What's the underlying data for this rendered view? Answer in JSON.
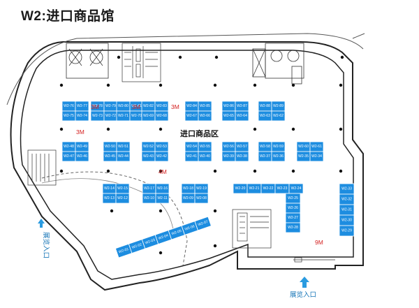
{
  "title": "W2:进口商品馆",
  "zone_label": "进口商品区",
  "aisle_labels": [
    "3M",
    "3M",
    "3M",
    "3M",
    "4M",
    "9M"
  ],
  "entrances": {
    "left": "展览入口",
    "bottom": "展览入口"
  },
  "colors": {
    "booth": "#1d8de0",
    "wall": "#222222",
    "text": "#111111",
    "aisle": "#d42020",
    "entrance": "#1a77b8"
  },
  "booth_blocks": [
    {
      "id": "b1",
      "rows": [
        [
          "W2-76",
          "W2-77"
        ],
        [
          "W2-75",
          "W2-74"
        ]
      ]
    },
    {
      "id": "b2",
      "rows": [
        [
          "W2-78",
          "W2-79"
        ],
        [
          "W2-73",
          "W2-72"
        ]
      ]
    },
    {
      "id": "b3",
      "rows": [
        [
          "W2-80",
          "W2-81"
        ],
        [
          "W2-71",
          "W2-70"
        ]
      ]
    },
    {
      "id": "b4",
      "rows": [
        [
          "W2-82",
          "W2-83"
        ],
        [
          "W2-69",
          "W2-68"
        ]
      ]
    },
    {
      "id": "b5",
      "rows": [
        [
          "W2-84",
          "W2-85"
        ],
        [
          "W2-67",
          "W2-66"
        ]
      ]
    },
    {
      "id": "b6",
      "rows": [
        [
          "W2-86",
          "W2-87"
        ],
        [
          "W2-65",
          "W2-64"
        ]
      ]
    },
    {
      "id": "b7",
      "rows": [
        [
          "W2-88",
          "W2-89"
        ],
        [
          "W2-63",
          "W2-62"
        ]
      ]
    },
    {
      "id": "b8",
      "rows": [
        [
          "W2-48",
          "W2-49"
        ],
        [
          "W2-47",
          "W2-46"
        ]
      ]
    },
    {
      "id": "b9",
      "rows": [
        [
          "W2-50",
          "W2-51"
        ],
        [
          "W2-45",
          "W2-44"
        ]
      ]
    },
    {
      "id": "b10",
      "rows": [
        [
          "W2-52",
          "W2-53"
        ],
        [
          "W2-43",
          "W2-42"
        ]
      ]
    },
    {
      "id": "b11",
      "rows": [
        [
          "W2-54",
          "W2-55"
        ],
        [
          "W2-41",
          "W2-40"
        ]
      ]
    },
    {
      "id": "b12",
      "rows": [
        [
          "W2-56",
          "W2-57"
        ],
        [
          "W2-39",
          "W2-38"
        ]
      ]
    },
    {
      "id": "b13",
      "rows": [
        [
          "W2-58",
          "W2-59"
        ],
        [
          "W2-37",
          "W2-36"
        ]
      ]
    },
    {
      "id": "b14",
      "rows": [
        [
          "W2-60",
          "W2-61"
        ],
        [
          "W2-35",
          "W2-34"
        ]
      ]
    },
    {
      "id": "b15",
      "rows": [
        [
          "W2-14",
          "W2-15"
        ],
        [
          "W2-13",
          "W2-12"
        ]
      ]
    },
    {
      "id": "b16",
      "rows": [
        [
          "W2-17",
          "W2-16"
        ],
        [
          "W2-10",
          "W2-11"
        ]
      ]
    },
    {
      "id": "b17",
      "rows": [
        [
          "W2-18",
          "W2-19"
        ],
        [
          "W2-09",
          "W2-08"
        ]
      ]
    },
    {
      "id": "b18",
      "rows": [
        [
          "W2-20",
          "W2-21",
          "W2-22",
          "W2-23",
          "W2-24"
        ]
      ]
    },
    {
      "id": "b19",
      "rows": [
        [
          "W2-25"
        ],
        [
          "W2-26"
        ],
        [
          "W2-27"
        ],
        [
          "W2-28"
        ]
      ]
    },
    {
      "id": "b20",
      "rows": [
        [
          "W2-33"
        ],
        [
          "W2-32"
        ],
        [
          "W2-31"
        ],
        [
          "W2-30"
        ],
        [
          "W2-29"
        ]
      ]
    },
    {
      "id": "b21",
      "rows": [
        [
          "W2-01",
          "W2-02",
          "W2-03",
          "W2-04",
          "W2-05",
          "W2-06",
          "W2-07"
        ]
      ]
    }
  ]
}
